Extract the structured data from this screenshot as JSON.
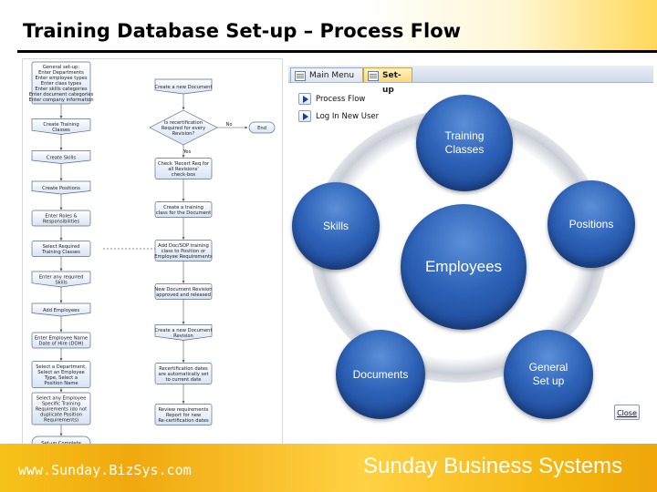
{
  "slide": {
    "title": "Training Database Set-up – Process Flow",
    "footer_url": "www.Sunday.BizSys.com",
    "footer_company": "Sunday Business Systems"
  },
  "app": {
    "tabs": [
      {
        "label": "Main Menu",
        "icon": "form-icon",
        "active": false
      },
      {
        "label": "Set-up",
        "icon": "form-icon",
        "active": true
      }
    ],
    "nav_buttons": [
      {
        "label": "Process Flow",
        "icon": "play-arrow-icon"
      },
      {
        "label": "Log In New User",
        "icon": "play-arrow-icon"
      }
    ],
    "close_label": "Close"
  },
  "cycle": {
    "center": "Employees",
    "nodes": [
      "Training Classes",
      "Positions",
      "General Set up",
      "Documents",
      "Skills"
    ]
  },
  "flowchart": {
    "general_setup": [
      "General set-up:",
      "Enter Departments",
      "Enter employee types",
      "Enter class types",
      "Enter skills categories",
      "Enter document categories",
      "Enter company information"
    ],
    "left_column": [
      "Create Training Classes",
      "Create Skills",
      "Create Positions",
      "Enter Roles & Responsibilities",
      "Select Required Training Classes",
      "Enter any required Skills",
      "Add Employees",
      "Enter Employee Name Date of Hire (DOH)",
      "Select a Department, Select an Employee Type, Select a Position Name",
      "Select any Employee Specific Training Requirements (do not duplicate Position Requirements)",
      "Set-up Complete"
    ],
    "right_column": [
      "Create a new Document",
      "Is recertification Required for every Revision?",
      "Check 'Recert Req for all Revisions' check-box",
      "Create a training class for the Document",
      "Add Doc/SOP training class to Position or Employee Requirements",
      "New Document Revision approved and released",
      "Create a new Document Revision",
      "Recertification dates are automatically set to current date",
      "Review requirements Report for new Re-certification dates"
    ],
    "decision_no": "No",
    "decision_yes": "Yes",
    "end": "End"
  }
}
